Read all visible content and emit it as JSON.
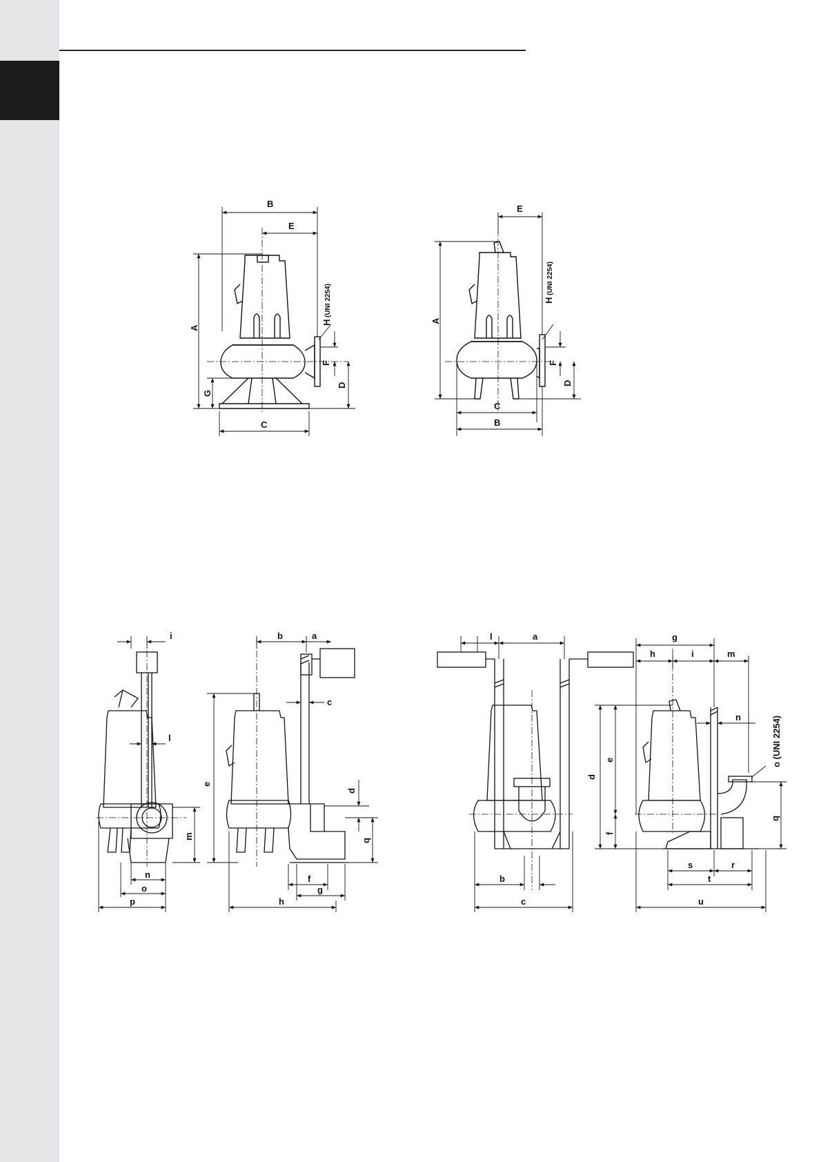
{
  "figure1": {
    "labels": {
      "B": "B",
      "E": "E",
      "A": "A",
      "G": "G",
      "F": "F",
      "D": "D",
      "C": "C",
      "H": "H",
      "H_std": "(UNI 2254)"
    }
  },
  "figure2": {
    "labels": {
      "E": "E",
      "A": "A",
      "F": "F",
      "D": "D",
      "C": "C",
      "B": "B",
      "H": "H",
      "H_std": "(UNI 2254)"
    }
  },
  "figure3": {
    "labels": {
      "i": "i",
      "l": "l",
      "m": "m",
      "n": "n",
      "o": "o",
      "p": "p",
      "b": "b",
      "a": "a",
      "c": "c",
      "e": "e",
      "d": "d",
      "q": "q",
      "f": "f",
      "g": "g",
      "h": "h"
    }
  },
  "figure4": {
    "labels": {
      "l": "l",
      "a": "a",
      "b": "b",
      "c": "c"
    }
  },
  "figure5": {
    "labels": {
      "g": "g",
      "h": "h",
      "i": "i",
      "m": "m",
      "n": "n",
      "o_std": "o (UNI 2254)",
      "d": "d",
      "e": "e",
      "f": "f",
      "q": "q",
      "s": "s",
      "r": "r",
      "t": "t",
      "u": "u"
    }
  },
  "colors": {
    "sidebar": "#e6e6e9",
    "tab": "#1c1c1c",
    "line": "#111111"
  }
}
